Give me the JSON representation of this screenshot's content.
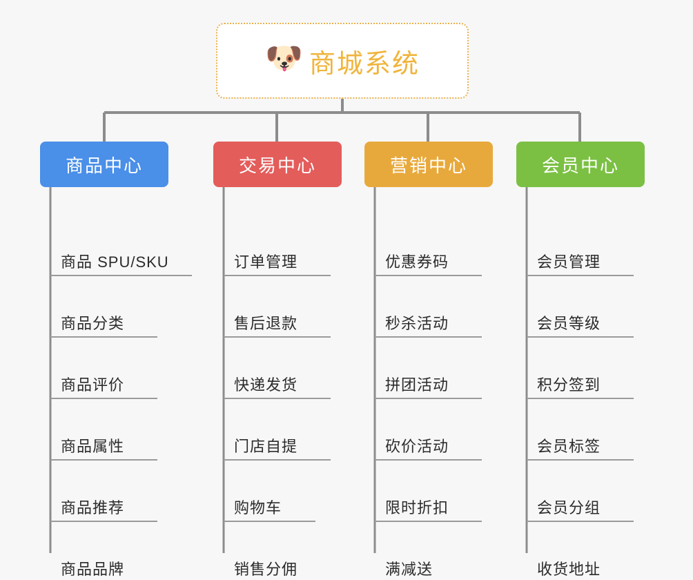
{
  "page": {
    "background_color": "#f7f7f7",
    "diagram_type": "organization-tree"
  },
  "root": {
    "title": "商城系统",
    "icon": "dog-face-icon",
    "icon_glyph": "🐶",
    "text_color": "#f0b43c",
    "border_color": "#e8b04a",
    "background_color": "#ffffff"
  },
  "categories": [
    {
      "label": "商品中心",
      "color": "#4a8fe8",
      "items": [
        {
          "label": "商品 SPU/SKU"
        },
        {
          "label": "商品分类"
        },
        {
          "label": "商品评价"
        },
        {
          "label": "商品属性"
        },
        {
          "label": "商品推荐"
        },
        {
          "label": "商品品牌"
        }
      ]
    },
    {
      "label": "交易中心",
      "color": "#e35d5b",
      "items": [
        {
          "label": "订单管理"
        },
        {
          "label": "售后退款"
        },
        {
          "label": "快递发货"
        },
        {
          "label": "门店自提"
        },
        {
          "label": "购物车"
        },
        {
          "label": "销售分佣"
        }
      ]
    },
    {
      "label": "营销中心",
      "color": "#e8a93c",
      "items": [
        {
          "label": "优惠券码"
        },
        {
          "label": "秒杀活动"
        },
        {
          "label": "拼团活动"
        },
        {
          "label": "砍价活动"
        },
        {
          "label": "限时折扣"
        },
        {
          "label": "满减送"
        }
      ]
    },
    {
      "label": "会员中心",
      "color": "#7bc043",
      "items": [
        {
          "label": "会员管理"
        },
        {
          "label": "会员等级"
        },
        {
          "label": "积分签到"
        },
        {
          "label": "会员标签"
        },
        {
          "label": "会员分组"
        },
        {
          "label": "收货地址"
        }
      ]
    }
  ],
  "connector": {
    "color": "#8c8c8c"
  }
}
